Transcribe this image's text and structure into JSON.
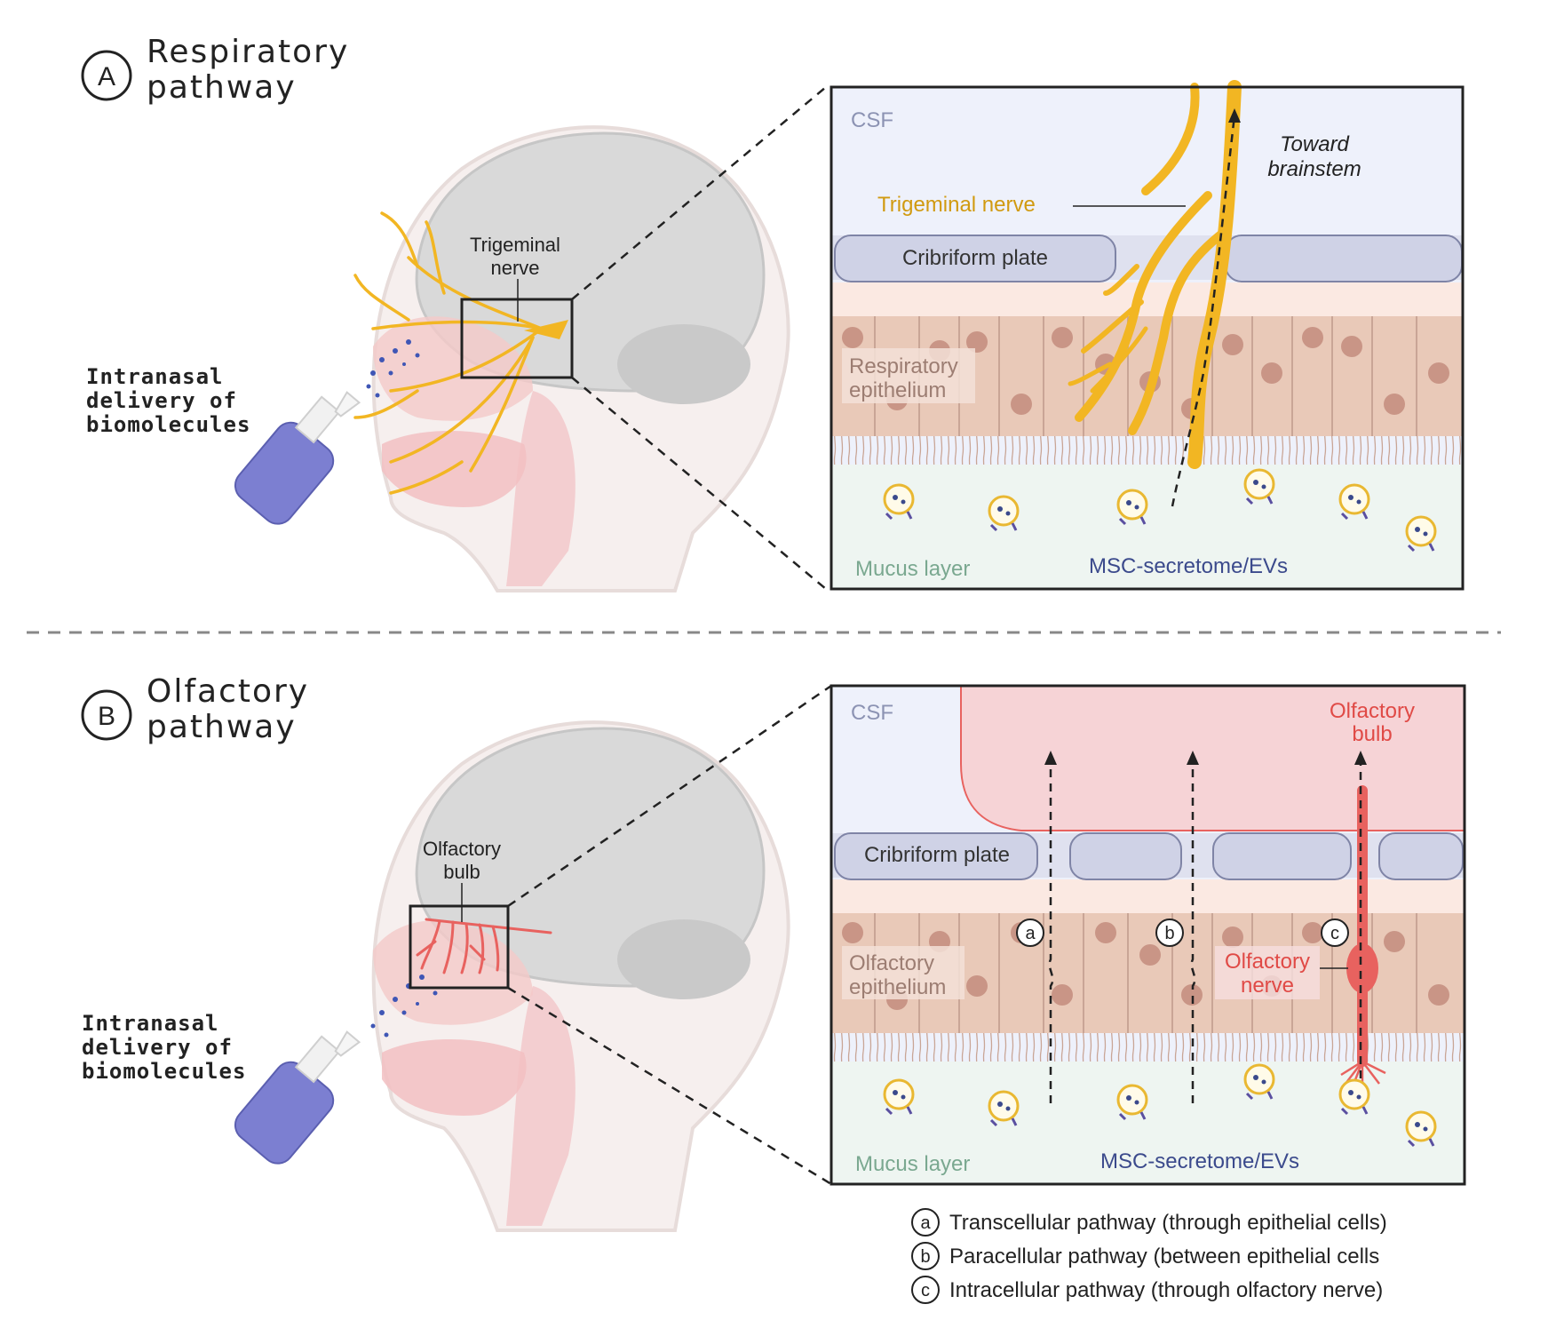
{
  "panel_a": {
    "letter": "A",
    "title_line1": "Respiratory",
    "title_line2": "pathway",
    "delivery_line1": "Intranasal",
    "delivery_line2": "delivery of",
    "delivery_line3": "biomolecules",
    "head_label_line1": "Trigeminal",
    "head_label_line2": "nerve",
    "csf": "CSF",
    "nerve_label": "Trigeminal nerve",
    "toward_line1": "Toward",
    "toward_line2": "brainstem",
    "plate": "Cribriform plate",
    "epithelium_line1": "Respiratory",
    "epithelium_line2": "epithelium",
    "mucus": "Mucus layer",
    "secretome": "MSC-secretome/EVs"
  },
  "panel_b": {
    "letter": "B",
    "title_line1": "Olfactory",
    "title_line2": "pathway",
    "delivery_line1": "Intranasal",
    "delivery_line2": "delivery of",
    "delivery_line3": "biomolecules",
    "head_label_line1": "Olfactory",
    "head_label_line2": "bulb",
    "csf": "CSF",
    "bulb_line1": "Olfactory",
    "bulb_line2": "bulb",
    "plate": "Cribriform plate",
    "epithelium_line1": "Olfactory",
    "epithelium_line2": "epithelium",
    "nerve_line1": "Olfactory",
    "nerve_line2": "nerve",
    "mucus": "Mucus layer",
    "secretome": "MSC-secretome/EVs",
    "marker_a": "a",
    "marker_b": "b",
    "marker_c": "c"
  },
  "legend": [
    {
      "key": "a",
      "text": "Transcellular pathway (through epithelial cells)"
    },
    {
      "key": "b",
      "text": "Paracellular pathway (between epithelial cells"
    },
    {
      "key": "c",
      "text": "Intracellular pathway (through olfactory nerve)"
    }
  ],
  "colors": {
    "nerve_yellow": "#f2b623",
    "nerve_red": "#e8625f",
    "csf_blue": "#eef1fb",
    "plate": "#cfd2e6",
    "epithelium": "#e9c9b8",
    "mucus": "#eef5f1",
    "bulb": "#f6d3d6",
    "secretome_text": "#3b4a8c",
    "mucus_text": "#7aa890"
  }
}
